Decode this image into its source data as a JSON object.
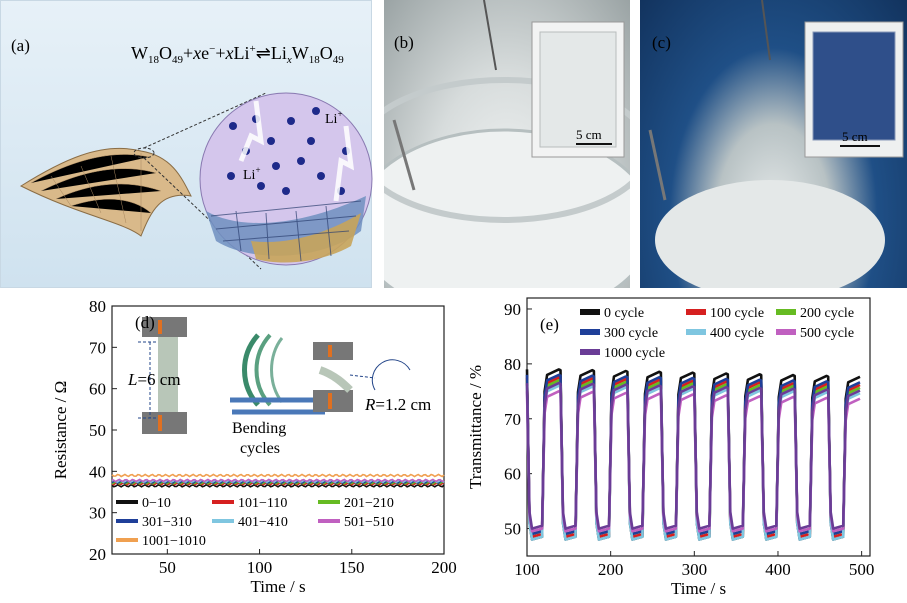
{
  "panels": {
    "a": {
      "label": "(a)",
      "equation": {
        "w1": "W",
        "s1": "18",
        "o1": "O",
        "s2": "49",
        "mid1": "+",
        "x1": "x",
        "mid2": "e",
        "sup1": "−",
        "plus2": "+",
        "x2": "x",
        "li": "Li",
        "sup2": "+",
        "arrow": "⇌",
        "li2": "Li",
        "xsub": "x",
        "w2": "W",
        "s3": "18",
        "o2": "O",
        "s4": "49"
      },
      "ion_labels": [
        "Li",
        "Li"
      ],
      "ion_sup": "+"
    },
    "b": {
      "label": "(b)",
      "scale": "5 cm"
    },
    "c": {
      "label": "(c)",
      "scale": "5 cm"
    },
    "d": {
      "label": "(d)",
      "inset": {
        "length": "L",
        "length_val": "=6 cm",
        "radius": "R",
        "radius_val": "=1.2 cm",
        "bending1": "Bending",
        "bending2": "cycles"
      }
    },
    "e": {
      "label": "(e)"
    }
  },
  "colors": {
    "c0": "#111111",
    "c1": "#d62020",
    "c2": "#66bb22",
    "c3": "#1f3f99",
    "c4": "#7fc6e0",
    "c5": "#c060c0",
    "c6": "#f0a050",
    "c7": "#6a3c96"
  },
  "chart_data": [
    {
      "type": "line",
      "panel": "d",
      "xlabel": "Time / s",
      "ylabel": "Resistance / Ω",
      "xlim": [
        20,
        200
      ],
      "ylim": [
        20,
        80
      ],
      "xticks": [
        50,
        100,
        150,
        200
      ],
      "yticks": [
        20,
        30,
        40,
        50,
        60,
        70,
        80
      ],
      "series": [
        {
          "name": "0−10",
          "value": 36.5,
          "color": "#111111"
        },
        {
          "name": "101−110",
          "value": 37.0,
          "color": "#d62020"
        },
        {
          "name": "201−210",
          "value": 37.2,
          "color": "#66bb22"
        },
        {
          "name": "301−310",
          "value": 37.4,
          "color": "#1f3f99"
        },
        {
          "name": "401−410",
          "value": 37.6,
          "color": "#7fc6e0"
        },
        {
          "name": "501−510",
          "value": 37.8,
          "color": "#c060c0"
        },
        {
          "name": "1001−1010",
          "value": 39.0,
          "color": "#f0a050"
        }
      ]
    },
    {
      "type": "line",
      "panel": "e",
      "xlabel": "Time / s",
      "ylabel": "Transmittance / %",
      "xlim": [
        100,
        510
      ],
      "ylim": [
        45,
        92
      ],
      "xticks": [
        100,
        200,
        300,
        400,
        500
      ],
      "yticks": [
        50,
        60,
        70,
        80,
        90
      ],
      "period": 40,
      "cycles": 10,
      "series": [
        {
          "name": "0 cycle",
          "high": 79.0,
          "low": 48.0,
          "color": "#111111"
        },
        {
          "name": "100 cycle",
          "high": 77.5,
          "low": 48.5,
          "color": "#d62020"
        },
        {
          "name": "200 cycle",
          "high": 77.0,
          "low": 49.0,
          "color": "#66bb22"
        },
        {
          "name": "300 cycle",
          "high": 78.0,
          "low": 49.0,
          "color": "#1f3f99"
        },
        {
          "name": "400 cycle",
          "high": 76.0,
          "low": 48.0,
          "color": "#7fc6e0"
        },
        {
          "name": "500 cycle",
          "high": 75.0,
          "low": 49.5,
          "color": "#c060c0"
        },
        {
          "name": "1000 cycle",
          "high": 76.5,
          "low": 50.0,
          "color": "#6a3c96"
        }
      ]
    }
  ]
}
